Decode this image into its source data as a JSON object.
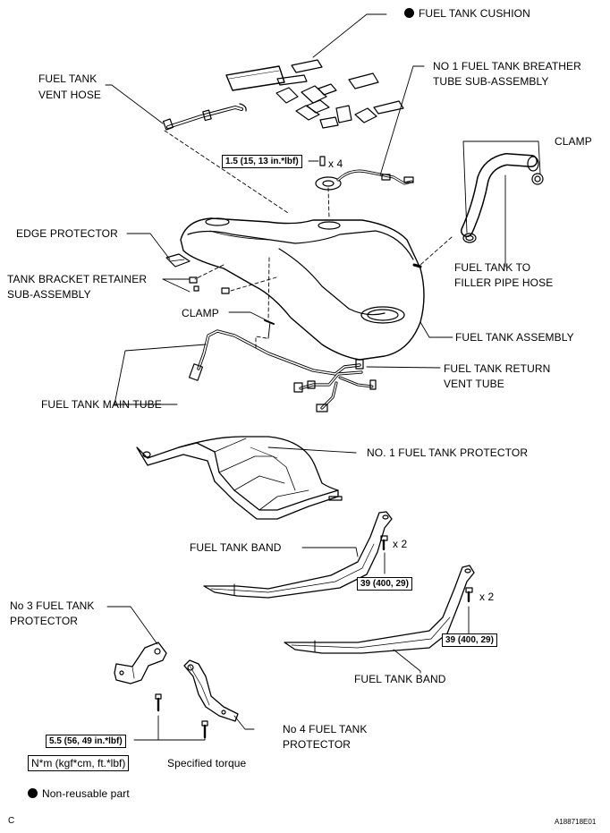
{
  "labels": {
    "fuel_tank_cushion": "FUEL TANK CUSHION",
    "fuel_tank_vent_hose_1": "FUEL TANK",
    "fuel_tank_vent_hose_2": "VENT HOSE",
    "breather_tube_1": "NO  1 FUEL TANK BREATHER",
    "breather_tube_2": "TUBE SUB-ASSEMBLY",
    "clamp_top": "CLAMP",
    "edge_protector": "EDGE PROTECTOR",
    "tank_bracket_retainer_1": "TANK BRACKET RETAINER",
    "tank_bracket_retainer_2": "SUB-ASSEMBLY",
    "clamp_mid": "CLAMP",
    "filler_pipe_hose_1": "FUEL TANK TO",
    "filler_pipe_hose_2": "FILLER PIPE HOSE",
    "fuel_tank_assembly": "FUEL TANK ASSEMBLY",
    "return_vent_tube_1": "FUEL TANK RETURN",
    "return_vent_tube_2": "VENT TUBE",
    "main_tube": "FUEL TANK MAIN TUBE",
    "no1_protector": "NO. 1 FUEL TANK PROTECTOR",
    "fuel_tank_band_upper": "FUEL TANK BAND",
    "fuel_tank_band_lower": "FUEL TANK BAND",
    "no3_protector_1": "No  3 FUEL TANK",
    "no3_protector_2": "PROTECTOR",
    "no4_protector_1": "No  4 FUEL TANK",
    "no4_protector_2": "PROTECTOR"
  },
  "torques": {
    "breather": "1.5 (15, 13 in.*lbf)",
    "band_upper": "39 (400, 29)",
    "band_lower": "39 (400, 29)",
    "protector": "5.5 (56, 49 in.*lbf)"
  },
  "quantities": {
    "breather": "x 4",
    "band_upper": "x 2",
    "band_lower": "x 2"
  },
  "legend": {
    "torque_unit": "N*m (kgf*cm, ft.*lbf)",
    "torque_desc": "Specified torque",
    "non_reusable": "Non-reusable part"
  },
  "footer": {
    "left": "C",
    "right": "A188718E01"
  }
}
